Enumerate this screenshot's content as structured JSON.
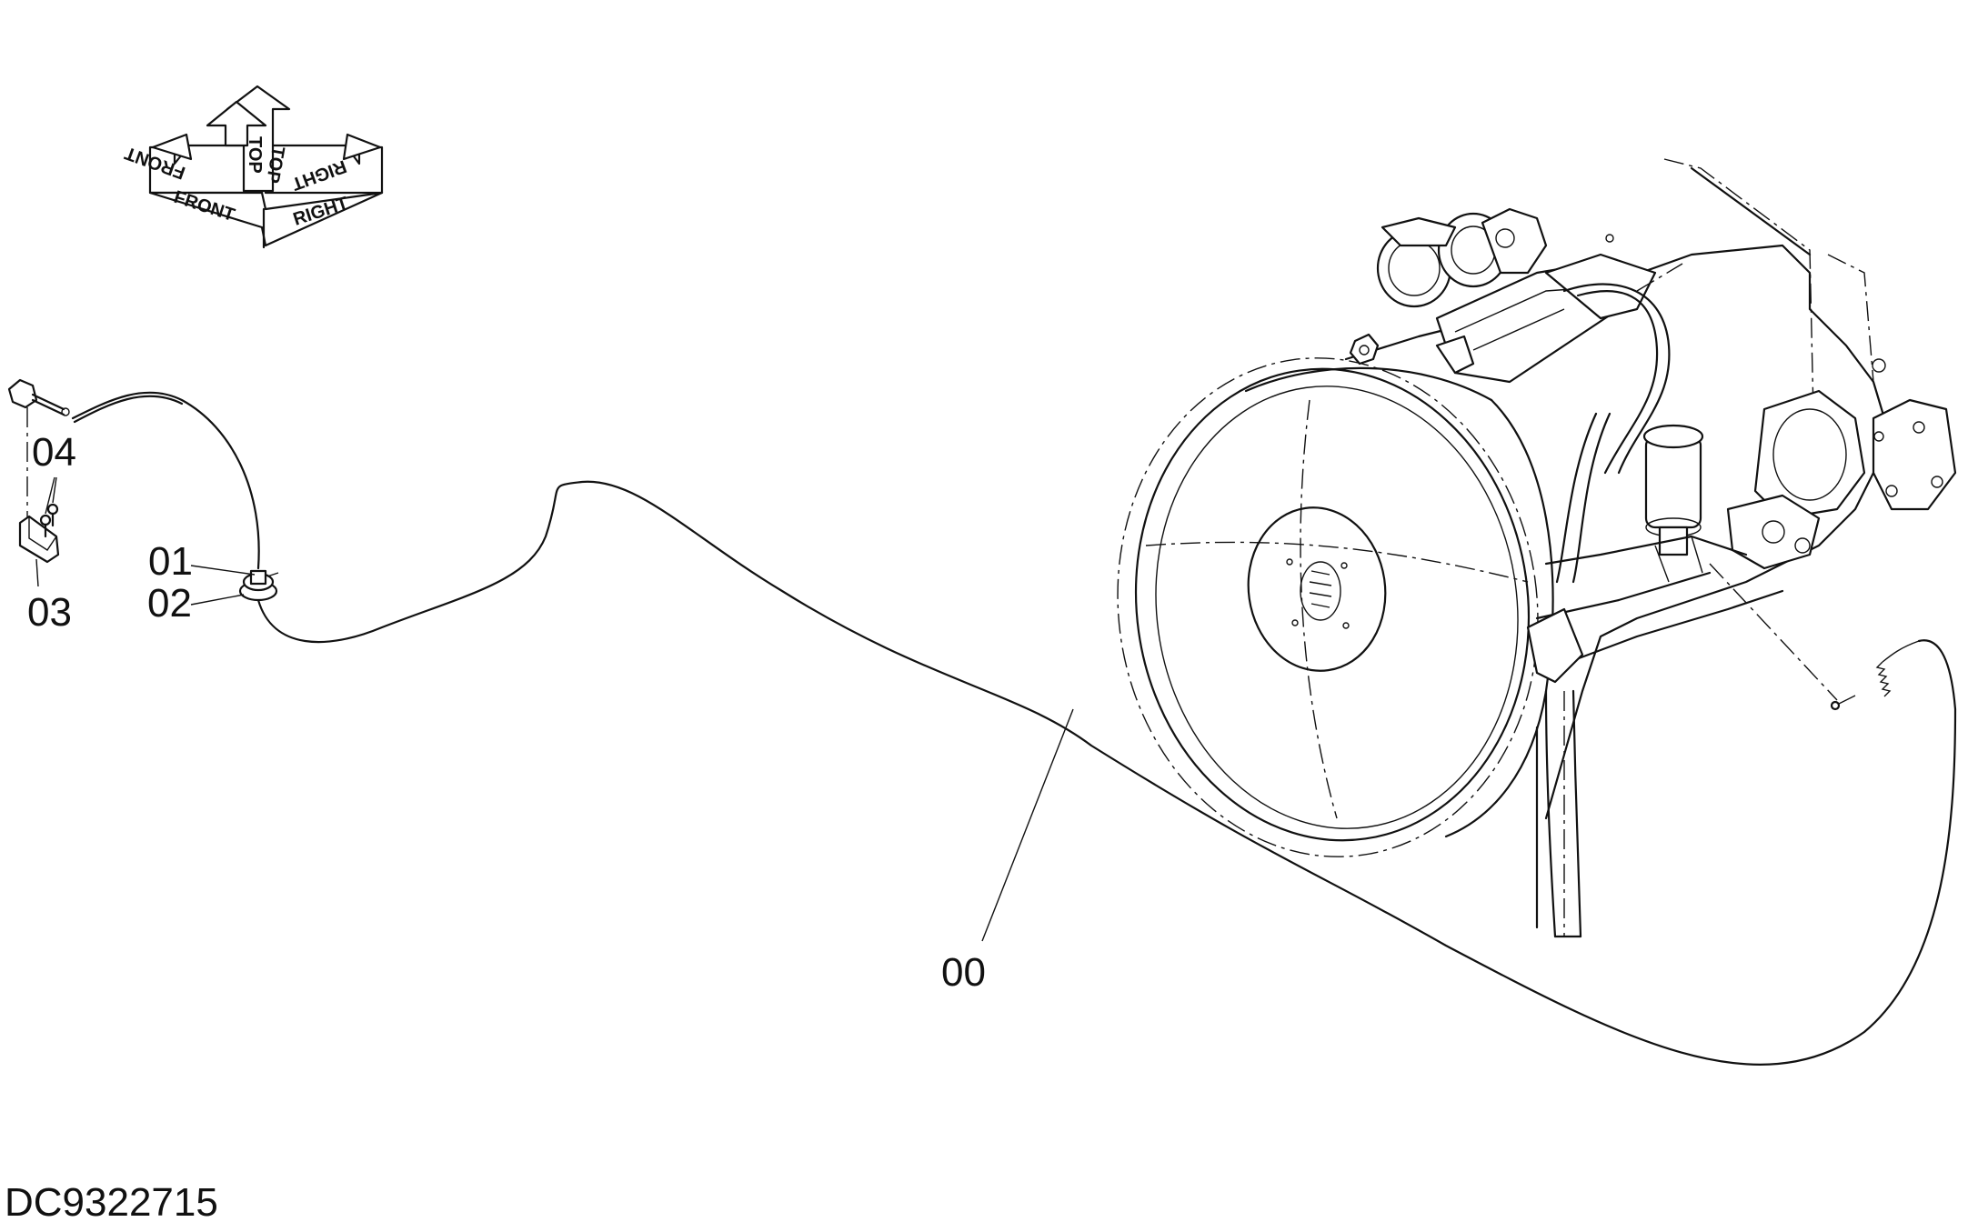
{
  "orientation": {
    "front": "FRONT",
    "top": "TOP",
    "right": "RIGHT"
  },
  "callouts": {
    "c00": "00",
    "c01": "01",
    "c02": "02",
    "c03": "03",
    "c04": "04"
  },
  "doc_id": "DC9322715"
}
